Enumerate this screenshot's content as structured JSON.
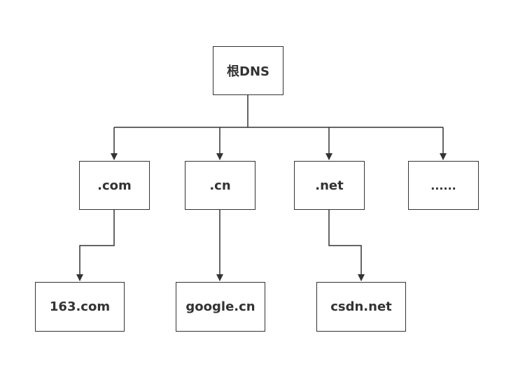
{
  "diagram": {
    "root": {
      "label": "根DNS"
    },
    "tlds": [
      {
        "label": ".com"
      },
      {
        "label": ".cn"
      },
      {
        "label": ".net"
      },
      {
        "label": "......"
      }
    ],
    "domains": [
      {
        "label": "163.com"
      },
      {
        "label": "google.cn"
      },
      {
        "label": "csdn.net"
      }
    ],
    "line_color": "#333333"
  }
}
